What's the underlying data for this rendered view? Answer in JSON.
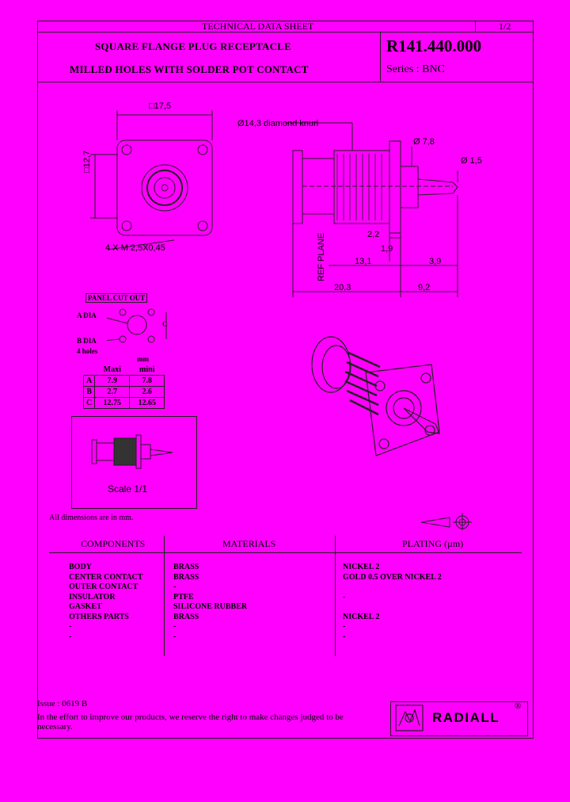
{
  "header": {
    "sheet_type": "TECHNICAL DATA SHEET",
    "page": "1/2",
    "title_line1": "SQUARE FLANGE PLUG RECEPTACLE",
    "title_line2": "MILLED HOLES WITH SOLDER POT CONTACT",
    "part_number": "R141.440.000",
    "series": "Series : BNC"
  },
  "front_view": {
    "width": "□17,5",
    "height": "□12,7",
    "holes": "4 X M 2,5X0,45"
  },
  "side_view": {
    "knurl": "Ø14,3 diamond knurl",
    "d1": "Ø 7,8",
    "d2": "Ø 1,5",
    "dim_2_2": "2,2",
    "dim_1_9": "1,9",
    "dim_13_1": "13,1",
    "dim_3_9": "3,9",
    "dim_20_3": "20,3",
    "dim_9_2": "9,2",
    "ref_plane": "REF PLANE"
  },
  "panel_cutout": {
    "title": "PANEL CUT OUT",
    "a_dia": "A DIA",
    "b_dia": "B DIA",
    "holes": "4 holes",
    "c": "C",
    "unit": "mm",
    "col_maxi": "Maxi",
    "col_mini": "mini",
    "rows": [
      {
        "label": "A",
        "maxi": "7.9",
        "mini": "7.8"
      },
      {
        "label": "B",
        "maxi": "2.7",
        "mini": "2.6"
      },
      {
        "label": "C",
        "maxi": "12.75",
        "mini": "12.65"
      }
    ]
  },
  "scale": "Scale 1/1",
  "dimensions_note": "All dimensions are in mm.",
  "table": {
    "headers": [
      "COMPONENTS",
      "MATERIALS",
      "PLATING (µm)"
    ],
    "components": [
      "BODY",
      "CENTER CONTACT",
      "OUTER CONTACT",
      "INSULATOR",
      "GASKET",
      "OTHERS PARTS",
      "-",
      "-"
    ],
    "materials": [
      "BRASS",
      "BRASS",
      "-",
      "PTFE",
      "SILICONE RUBBER",
      "BRASS",
      "-",
      "-"
    ],
    "plating": [
      "NICKEL 2",
      "GOLD 0.5 OVER NICKEL 2",
      "",
      "-",
      "",
      "NICKEL 2",
      "-",
      "-"
    ]
  },
  "footer": {
    "issue": "Issue : 0619 B",
    "disclaimer_line1": "In the effort to improve our products, we reserve the right to make changes judged to be",
    "disclaimer_line2": "necessary.",
    "brand": "RADIALL",
    "registered": "®"
  }
}
